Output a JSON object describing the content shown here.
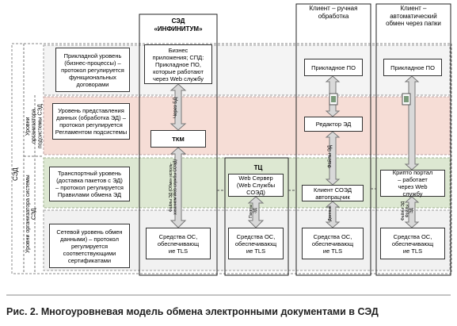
{
  "columns": {
    "sed_title": "СЭД\n«ИНФИНИТУМ»",
    "manual_title": "Клиент – ручная\nобработка",
    "auto_title": "Клиент –\nавтоматический\nобмен через папки",
    "tc_label": "ТЦ"
  },
  "levels": {
    "applied": "Прикладной уровень\n(бизнес-процессы) –\nпротокол регулируется\nфункциональных\nдоговорами",
    "presentation": "Уровень представления\nданных (обработка ЭД) –\nпротокол регулируется\nРегламентом подсистемы",
    "transport": "Транспортный уровень\n(доставка пакетов с ЭД)\n– протокол регулируется\nПравилами обмена ЭД",
    "network": "Сетевой уровень обмен\nданными) – протокол\nрегулируется\nсоответствующими\nсертификатами"
  },
  "boxes": {
    "business_apps": "Бизнес\nприложения; СПД:\nПрикладное ПО,\nкоторые работают\nчерез Web службу",
    "tkm": "ТКМ",
    "os_1": "Средства ОС,\nобеспечивающ\nие TLS",
    "web_server": "Web Сервер\n(Web Службы\nСОЭД)",
    "os_2": "Средства ОС,\nобеспечивающ\nие TLS",
    "applied_sw_manual": "Прикладное ПО",
    "ed_editor": "Редактор ЭД",
    "soed_client": "Клиент СОЭД\nавтопрацчик",
    "os_3": "Средства ОС,\nобеспечивающ\nие TLS",
    "applied_sw_auto": "Прикладное ПО",
    "crypto_portal": "Крипто портал\n– работает\nчерез Web\nслужбу",
    "os_4": "Средства ОС,\nобеспечивающ\nие TLS"
  },
  "side_labels": {
    "sed": "СЭД",
    "subsystem_organizer": "Уровни\nорганизатора\nподсистемы СЭД",
    "system_organizer": "Уровни организатора системы\nСЭД"
  },
  "arrow_labels": {
    "via_bd": "Через БД",
    "sed_files": "Файлы ЭД (Обмен исполь-\nзованием Web службы СОЭД)",
    "tc_packets": "Пакеты\nЭД",
    "ed_files": "Файлы ЭД",
    "data": "Данные",
    "auto_files": "Файлы ЭД\nФайлы\nЭД"
  },
  "caption": "Рис. 2. Многоуровневая модель обмена электронными документами в СЭД",
  "colors": {
    "applied_band": "#f4f4f4",
    "presentation_band": "#f6ddd6",
    "transport_band": "#dde8d2",
    "network_band": "#f1f1f1",
    "arrow_fill": "#d9d9d9",
    "arrow_stroke": "#777777"
  }
}
